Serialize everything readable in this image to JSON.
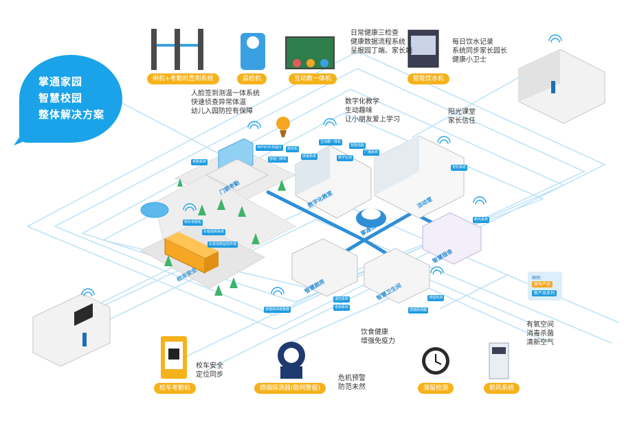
{
  "title": {
    "line1": "掌通家园",
    "line2": "智慧校园",
    "line3": "整体解决方案"
  },
  "colors": {
    "accent": "#1aa3e8",
    "label_bg": "#f5b21b",
    "network": "#bfe3f7",
    "pipe": "#2f8fd4"
  },
  "top_labels": {
    "gate": "闸机+考勤机签到系统",
    "robot": "晨检机",
    "board": "互动教一体机",
    "water": "智能饮水机"
  },
  "bottom_labels": {
    "bus_checkin": "校车考勤机",
    "smoke": "感烟探测器(联网警报)",
    "stay": "滞留检测",
    "fresh_air": "新风系统"
  },
  "notes": {
    "checkup": [
      "日常健康三检查",
      "健康数据流程系统",
      "呈报园丁端、家长端"
    ],
    "water_note": [
      "每日饮水记录",
      "系统同步家长园长",
      "健康小卫士"
    ],
    "face": [
      "人脸签到测温一体系统",
      "快速侦查异常体温",
      "幼儿入园防控有保障"
    ],
    "digital": [
      "数字化教学",
      "生动趣味",
      "让小朋友爱上学习"
    ],
    "sunshine": [
      "阳光课堂",
      "家长信任"
    ],
    "diet": [
      "饮食健康",
      "增强免疫力"
    ],
    "bus": [
      "校车安全",
      "定位同步"
    ],
    "crisis": [
      "危机预警",
      "防范未然"
    ],
    "oxygen": [
      "有氧空间",
      "消毒杀菌",
      "清新空气"
    ]
  },
  "legend": {
    "header": "图例:",
    "old": "原有产品",
    "new": "新产品系列"
  },
  "tags": {
    "t1": "考勤系统",
    "t2": "WIFI红外测温仪",
    "t3": "晨检机",
    "t4": "智能门禁机",
    "t5": "互动教一体机",
    "t6": "数字空调",
    "t7": "智能插座",
    "t8": "广播系统",
    "t9": "感烟系统",
    "t10": "安防系统",
    "t11": "校车考勤机",
    "t12": "车载视频系统",
    "t13": "车载视频监控终端",
    "t14": "感烟探测报警器",
    "t15": "新风系统",
    "t16": "滞留检测",
    "t17": "温控系统",
    "t18": "感烟探测器",
    "t19": "考勤系统"
  },
  "building_labels": {
    "gate": "门禁考勤",
    "bus": "校车安全",
    "classroom": "数字化教室",
    "cloud": "掌通云",
    "activity": "活动室",
    "kitchen": "智慧厨房",
    "washroom": "智慧卫生间",
    "dorm": "智慧宿舍"
  }
}
